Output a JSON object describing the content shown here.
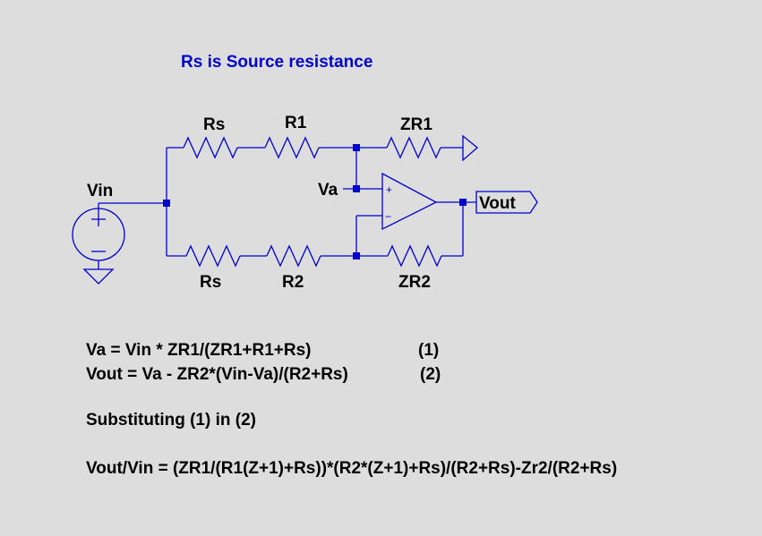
{
  "note": "Rs is Source resistance",
  "labels": {
    "rs_top": "Rs",
    "r1": "R1",
    "zr1": "ZR1",
    "vin": "Vin",
    "va": "Va",
    "vout": "Vout",
    "rs_bottom": "Rs",
    "r2": "R2",
    "zr2": "ZR2",
    "plus": "+",
    "minus": "−"
  },
  "equations": {
    "eq1": "Va = Vin * ZR1/(ZR1+R1+Rs)",
    "eq1_num": "(1)",
    "eq2": "Vout = Va - ZR2*(Vin-Va)/(R2+Rs)",
    "eq2_num": "(2)",
    "subst": "Substituting (1) in (2)",
    "result": "Vout/Vin = (ZR1/(R1(Z+1)+Rs))*(R2*(Z+1)+Rs)/(R2+Rs)-Zr2/(R2+Rs)"
  },
  "colors": {
    "wire": "#0000cc",
    "background": "#dddddd",
    "text": "#000000",
    "note": "#0000cc"
  }
}
